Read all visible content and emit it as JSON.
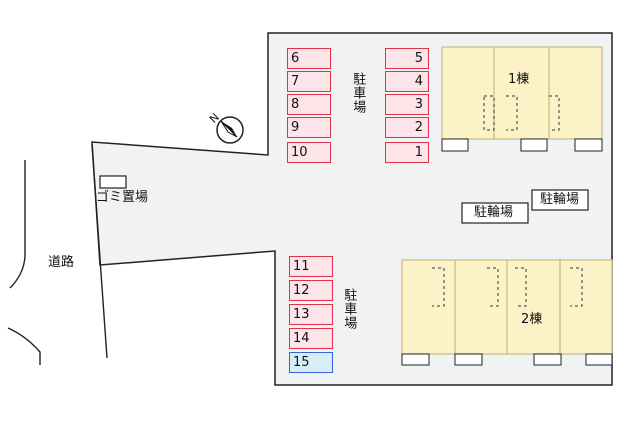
{
  "labels": {
    "road": "道路",
    "garbage": "ゴミ置場",
    "parking": "駐車場",
    "bike_parking": "駐輪場",
    "bldg1": "1棟",
    "bldg2": "2棟",
    "north": "N"
  },
  "parking_upper_left": [
    "6",
    "7",
    "8",
    "9",
    "10"
  ],
  "parking_upper_right": [
    "5",
    "4",
    "3",
    "2",
    "1"
  ],
  "parking_lower": [
    "11",
    "12",
    "13",
    "14",
    "15"
  ],
  "colors": {
    "site_fill": "#f1f2f4",
    "parking_border": "#e0334a",
    "parking_fill": "#fde4e8",
    "ev_border": "#3a62d8",
    "ev_fill": "#d7eefa",
    "building_fill": "#fbf3c7",
    "building_border": "#c9b981"
  },
  "icons": [
    "north-arrow-icon"
  ]
}
